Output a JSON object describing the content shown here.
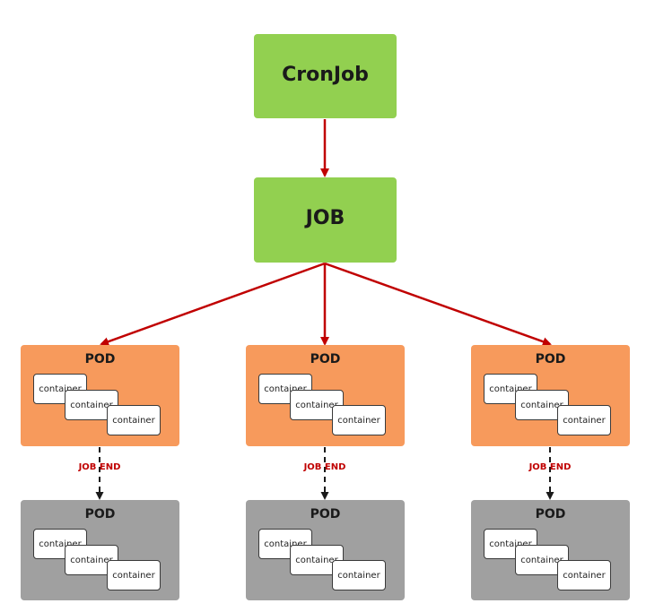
{
  "cronjob": {
    "label": "CronJob"
  },
  "job": {
    "label": "JOB"
  },
  "pod_label": "POD",
  "container_label": "container",
  "job_end_label": "JOB END",
  "colors": {
    "cronjob_fill": "#92d050",
    "job_fill": "#92d050",
    "active_pod_fill": "#f79a5c",
    "completed_pod_fill": "#a0a0a0",
    "arrow_red": "#c00000",
    "arrow_black": "#1a1a1a"
  }
}
